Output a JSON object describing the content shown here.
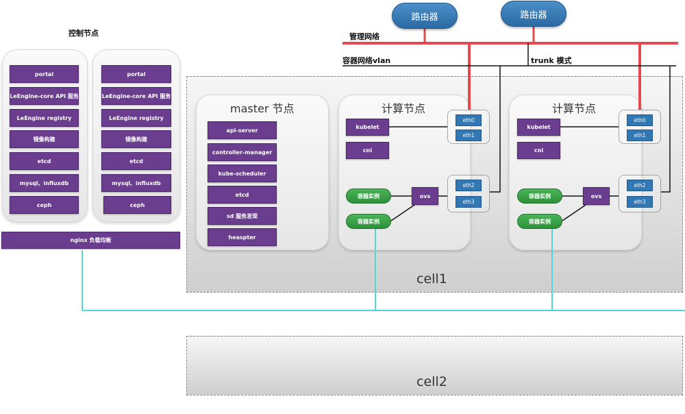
{
  "control_section": {
    "title": "控制节点",
    "items": [
      "portal",
      "LeEngine-core API 服务",
      "LeEngine registry",
      "镜像构建",
      "etcd",
      "mysql、influxdb",
      "ceph"
    ],
    "nginx": "nginx 负载均衡"
  },
  "network": {
    "management": "管理网络",
    "container_vlan": "容器网络vlan",
    "trunk": "trunk 模式",
    "routers": [
      "路由器",
      "路由器"
    ]
  },
  "master": {
    "title": "master 节点",
    "items": [
      "api-server",
      "controller-manager",
      "kube-scheduler",
      "etcd",
      "sd  服务发现",
      "heaspter"
    ]
  },
  "compute": {
    "title": "计算节点",
    "kubelet": "kubelet",
    "cni": "cni",
    "ovs": "ovs",
    "containers": [
      "容器实例",
      "容器实例"
    ],
    "eth": [
      "eth0",
      "eth1",
      "eth2",
      "eth3"
    ]
  },
  "cells": [
    "cell1",
    "cell2"
  ],
  "colors": {
    "purple": "#6a3d8e",
    "green": "#3a9e46",
    "blue": "#3178b5",
    "management_line": "#e5484d",
    "nginx_line": "#53d6d6"
  }
}
